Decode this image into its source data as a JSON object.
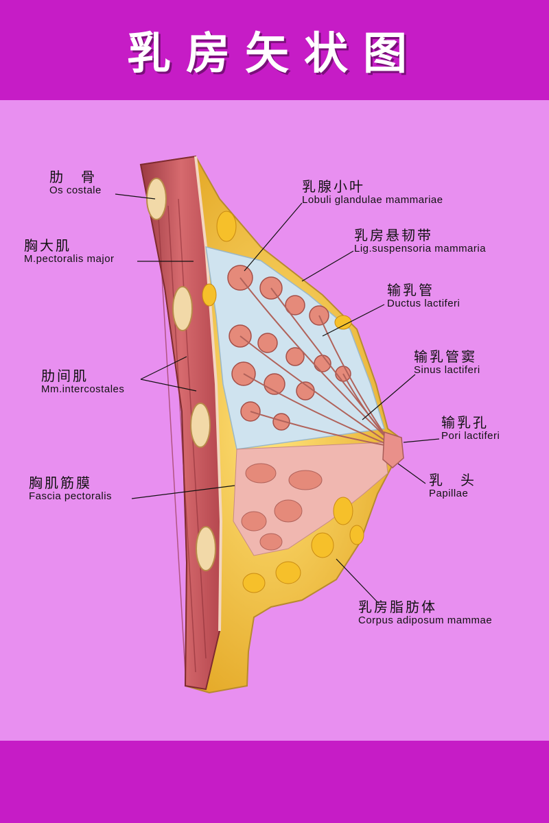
{
  "title": "乳房矢状图",
  "labels": {
    "rib": {
      "zh": "肋　骨",
      "en": "Os costale"
    },
    "pectoralis_major": {
      "zh": "胸大肌",
      "en": "M.pectoralis major"
    },
    "intercostales": {
      "zh": "肋间肌",
      "en": "Mm.intercostales"
    },
    "fascia": {
      "zh": "胸肌筋膜",
      "en": "Fascia pectoralis"
    },
    "lobuli": {
      "zh": "乳腺小叶",
      "en": "Lobuli glandulae mammariae"
    },
    "ligament": {
      "zh": "乳房悬韧带",
      "en": "Lig.suspensoria mammaria"
    },
    "ductus": {
      "zh": "输乳管",
      "en": "Ductus lactiferi"
    },
    "sinus": {
      "zh": "输乳管窦",
      "en": "Sinus lactiferi"
    },
    "pori": {
      "zh": "输乳孔",
      "en": "Pori lactiferi"
    },
    "papillae": {
      "zh": "乳　头",
      "en": "Papillae"
    },
    "adiposum": {
      "zh": "乳房脂肪体",
      "en": "Corpus adiposum mammae"
    }
  },
  "colors": {
    "background": "#e88ff0",
    "banner": "#c61cc6",
    "muscle": "#c8555a",
    "fat": "#f2c23a",
    "gland": "#e58a7a",
    "stroma": "#cfe3ef"
  }
}
